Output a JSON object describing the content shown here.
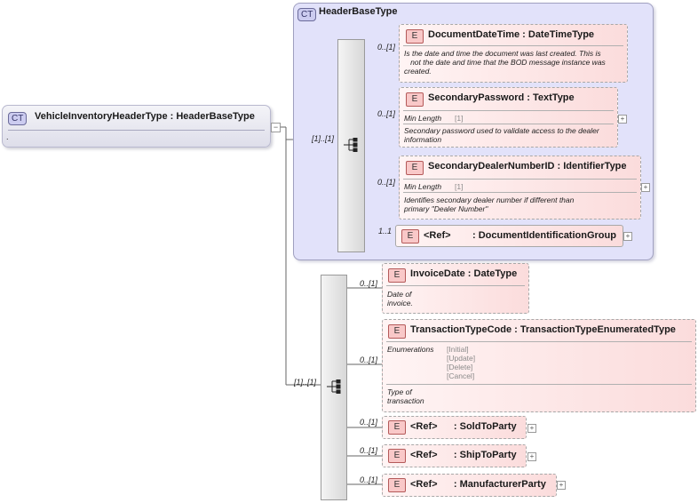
{
  "root": {
    "tag": "CT",
    "title": "VehicleInventoryHeaderType : HeaderBaseType",
    "note": "."
  },
  "header_base": {
    "tag": "CT",
    "title": "HeaderBaseType"
  },
  "labels": {
    "min_length": "Min Length",
    "enumerations": "Enumerations"
  },
  "multiplicities": {
    "seq_outer_1": "[1]..[1]",
    "seq_outer_2": "[1]..[1]",
    "document_datetime": "0..[1]",
    "secondary_password": "0..[1]",
    "secondary_dealer": "0..[1]",
    "doc_id_group": "1..1",
    "invoice_date": "0..[1]",
    "transaction_type": "0..[1]",
    "sold_to": "0..[1]",
    "ship_to": "0..[1]",
    "manufacturer": "0..[1]"
  },
  "elements": {
    "document_datetime": {
      "tag": "E",
      "title": "DocumentDateTime : DateTimeType",
      "doc": "Is the date and time the document was last created. This is\n   not the date and time that the BOD message instance was\ncreated."
    },
    "secondary_password": {
      "tag": "E",
      "title": "SecondaryPassword : TextType",
      "min_length": "[1]",
      "doc": "Secondary password used to validate access to the dealer\ninformation"
    },
    "secondary_dealer": {
      "tag": "E",
      "title": "SecondaryDealerNumberID : IdentifierType",
      "min_length": "[1]",
      "doc": "Identifies secondary dealer number if different than\nprimary \"Dealer Number\""
    },
    "doc_id_group": {
      "tag": "E",
      "title": "<Ref>        : DocumentIdentificationGroup"
    },
    "invoice_date": {
      "tag": "E",
      "title": "InvoiceDate : DateType",
      "doc": "Date of\ninvoice."
    },
    "transaction_type": {
      "tag": "E",
      "title": "TransactionTypeCode : TransactionTypeEnumeratedType",
      "enums": [
        "[Initial]",
        "[Update]",
        "[Delete]",
        "[Cancel]"
      ],
      "doc": "Type of\ntransaction"
    },
    "sold_to": {
      "tag": "E",
      "title": "<Ref>      : SoldToParty"
    },
    "ship_to": {
      "tag": "E",
      "title": "<Ref>      : ShipToParty"
    },
    "manufacturer": {
      "tag": "E",
      "title": "<Ref>      : ManufacturerParty"
    }
  },
  "colors": {
    "complex_type_bg": "#e2e2fa",
    "element_bg": "#fbdcdc",
    "tag_bg": "#f9c8c8"
  }
}
